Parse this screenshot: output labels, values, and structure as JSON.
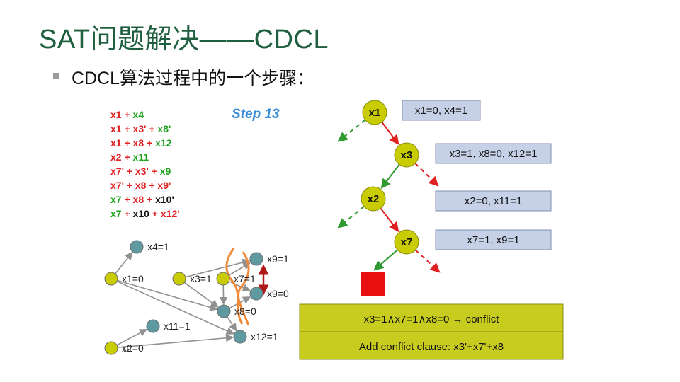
{
  "title": "SAT问题解决——CDCL",
  "bullet": "CDCL算法过程中的一个步骤：",
  "step_label": "Step 13",
  "colors": {
    "true_literal": "#1fa31f",
    "false_literal": "#e02020",
    "node_fill_green": "#c8cc00",
    "node_fill_teal": "#5e9aa0",
    "box_blue": "#c6d0e6",
    "box_olive": "#c8cc1e",
    "edge_red": "#e02020",
    "edge_green": "#2f9a2f",
    "cut_orange": "#ef8b3a",
    "conflict_red": "#e81010"
  },
  "clauses": [
    [
      {
        "t": "x1",
        "c": "r"
      },
      {
        "t": " + ",
        "c": "r"
      },
      {
        "t": "x4",
        "c": "g"
      }
    ],
    [
      {
        "t": "x1",
        "c": "r"
      },
      {
        "t": " + ",
        "c": "r"
      },
      {
        "t": "x3'",
        "c": "r"
      },
      {
        "t": " + ",
        "c": "r"
      },
      {
        "t": "x8'",
        "c": "g"
      }
    ],
    [
      {
        "t": "x1",
        "c": "r"
      },
      {
        "t": " + ",
        "c": "r"
      },
      {
        "t": "x8",
        "c": "r"
      },
      {
        "t": " + ",
        "c": "r"
      },
      {
        "t": "x12",
        "c": "g"
      }
    ],
    [
      {
        "t": "x2",
        "c": "r"
      },
      {
        "t": " + ",
        "c": "r"
      },
      {
        "t": "x11",
        "c": "g"
      }
    ],
    [
      {
        "t": "x7'",
        "c": "r"
      },
      {
        "t": " + ",
        "c": "r"
      },
      {
        "t": "x3'",
        "c": "r"
      },
      {
        "t": " + ",
        "c": "r"
      },
      {
        "t": "x9",
        "c": "g"
      }
    ],
    [
      {
        "t": "x7'",
        "c": "r"
      },
      {
        "t": " + ",
        "c": "r"
      },
      {
        "t": "x8",
        "c": "r"
      },
      {
        "t": " + ",
        "c": "r"
      },
      {
        "t": "x9'",
        "c": "r"
      }
    ],
    [
      {
        "t": "x7",
        "c": "g"
      },
      {
        "t": " + ",
        "c": "r"
      },
      {
        "t": "x8",
        "c": "r"
      },
      {
        "t": " + ",
        "c": "r"
      },
      {
        "t": "x10'",
        "c": "k"
      }
    ],
    [
      {
        "t": "x7",
        "c": "g"
      },
      {
        "t": " + ",
        "c": "r"
      },
      {
        "t": "x10",
        "c": "k"
      },
      {
        "t": " + ",
        "c": "r"
      },
      {
        "t": "x12'",
        "c": "r"
      }
    ]
  ],
  "implication_graph": {
    "nodes": [
      {
        "id": "n-x4",
        "label": "x4=1",
        "fill": "teal"
      },
      {
        "id": "n-x1",
        "label": "x1=0",
        "fill": "green"
      },
      {
        "id": "n-x3",
        "label": "x3=1",
        "fill": "green"
      },
      {
        "id": "n-x7",
        "label": "x7=1",
        "fill": "green"
      },
      {
        "id": "n-x9a",
        "label": "x9=1",
        "fill": "teal"
      },
      {
        "id": "n-x9b",
        "label": "x9=0",
        "fill": "teal"
      },
      {
        "id": "n-x8",
        "label": "x8=0",
        "fill": "teal"
      },
      {
        "id": "n-x11",
        "label": "x11=1",
        "fill": "teal"
      },
      {
        "id": "n-x12",
        "label": "x12=1",
        "fill": "teal"
      },
      {
        "id": "n-x2",
        "label": "x2=0",
        "fill": "green"
      }
    ],
    "edges": [
      [
        "n-x1",
        "n-x4"
      ],
      [
        "n-x1",
        "n-x8"
      ],
      [
        "n-x1",
        "n-x12"
      ],
      [
        "n-x3",
        "n-x9a"
      ],
      [
        "n-x3",
        "n-x8"
      ],
      [
        "n-x7",
        "n-x9a"
      ],
      [
        "n-x7",
        "n-x9b"
      ],
      [
        "n-x7",
        "n-x8"
      ],
      [
        "n-x8",
        "n-x9b"
      ],
      [
        "n-x8",
        "n-x12"
      ],
      [
        "n-x2",
        "n-x11"
      ],
      [
        "n-x2",
        "n-x12"
      ]
    ]
  },
  "decision_tree": {
    "nodes": [
      {
        "id": "d-x1",
        "label": "x1"
      },
      {
        "id": "d-x3",
        "label": "x3"
      },
      {
        "id": "d-x2",
        "label": "x2"
      },
      {
        "id": "d-x7",
        "label": "x7"
      }
    ],
    "boxes": [
      "x1=0, x4=1",
      "x3=1, x8=0, x12=1",
      "x2=0, x11=1",
      "x7=1, x9=1"
    ]
  },
  "conflict_text": "x3=1∧x7=1∧x8=0 → conflict",
  "learned_clause_text": "Add conflict clause: x3'+x7'+x8"
}
